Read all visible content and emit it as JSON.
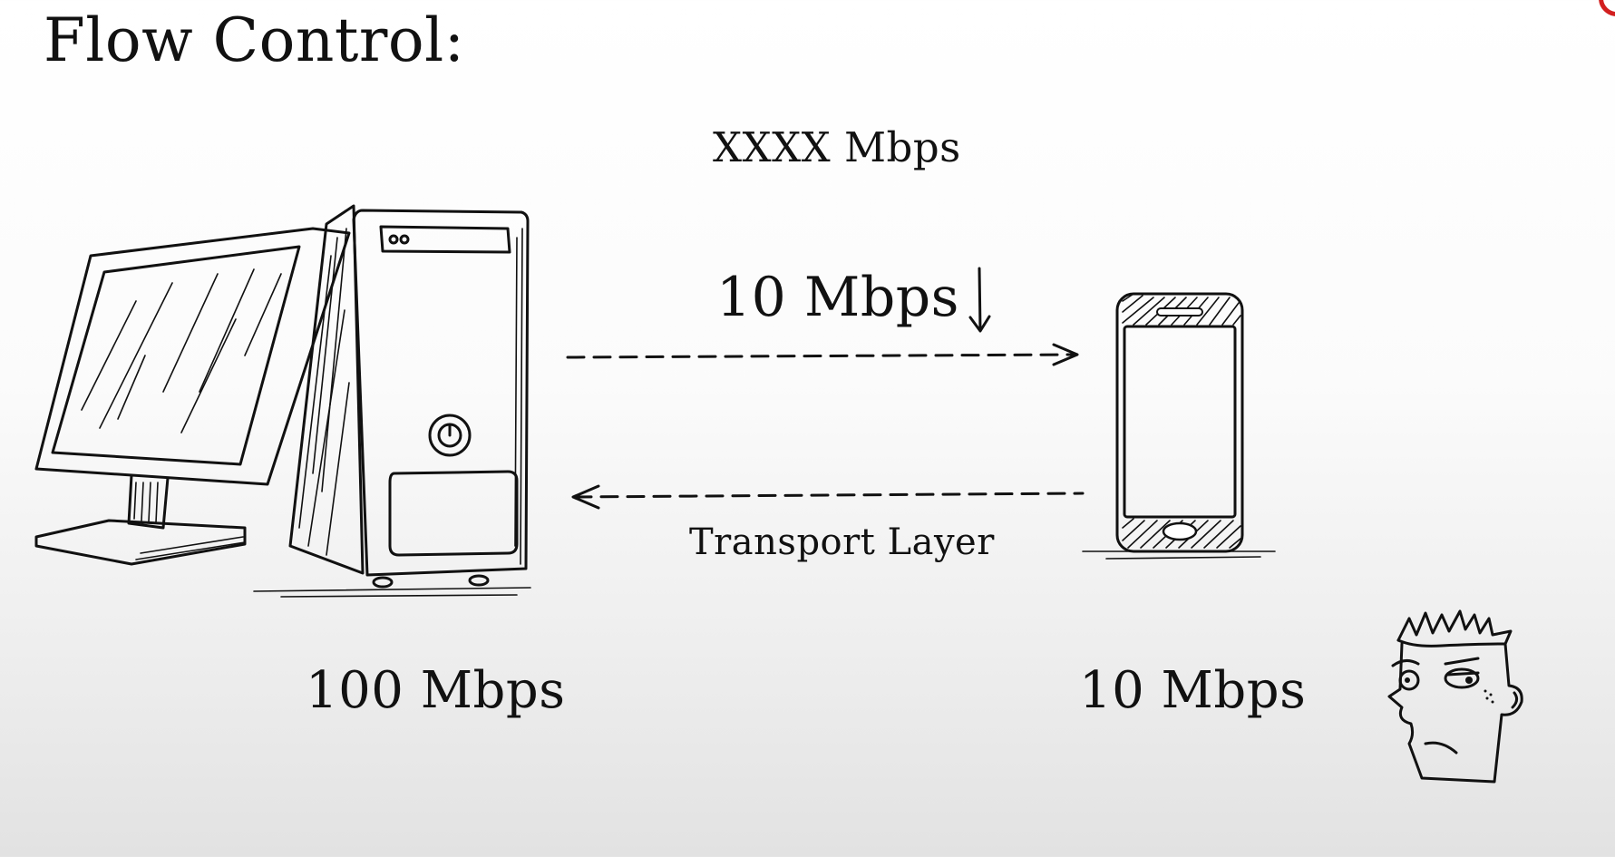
{
  "title": "Flow Control:",
  "labels": {
    "top_rate": "XXXX Mbps",
    "middle_rate": "10 Mbps",
    "layer": "Transport Layer",
    "computer_rate": "100 Mbps",
    "phone_rate": "10 Mbps"
  },
  "icons": [
    "desktop-computer-icon",
    "smartphone-icon",
    "grumpy-face-icon",
    "down-arrow-icon"
  ],
  "colors": {
    "ink": "#111111",
    "corner_accent": "#d21f1f"
  }
}
